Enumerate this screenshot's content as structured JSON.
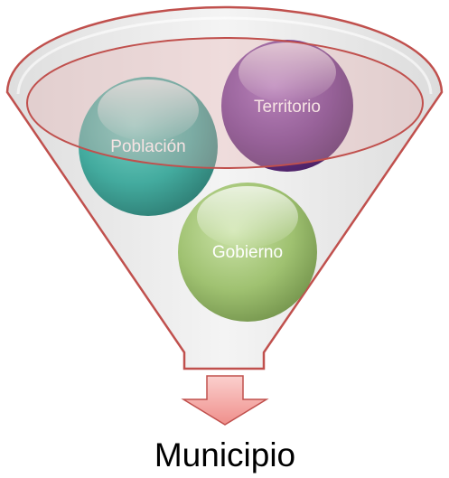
{
  "funnel": {
    "inputs": [
      {
        "label": "Población",
        "color": "#3aa79a"
      },
      {
        "label": "Territorio",
        "color": "#6f3a8f"
      },
      {
        "label": "Gobierno",
        "color": "#9bbf6a"
      }
    ],
    "output": {
      "label": "Municipio"
    },
    "colors": {
      "funnel_stroke": "#c0504d",
      "funnel_fill": "#e8e8e8",
      "arrow_fill": "#f3a3a0",
      "arrow_stroke": "#c0504d"
    }
  }
}
